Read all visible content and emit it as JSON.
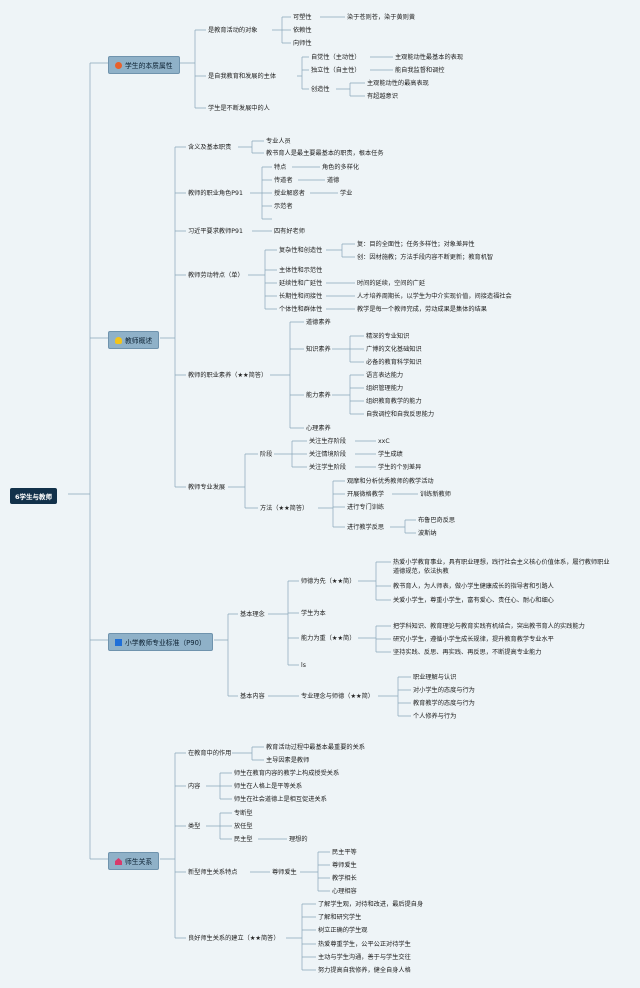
{
  "root": {
    "id": "root",
    "text": "6学生与教师"
  },
  "branches": [
    {
      "id": "b1",
      "text": "学生的本质属性",
      "icon": "sun",
      "iconColor": "#e8612c"
    },
    {
      "id": "b2",
      "text": "教师概述",
      "icon": "heart",
      "iconColor": "#f2c41b"
    },
    {
      "id": "b3",
      "text": "小学教师专业标准（P90）",
      "icon": "square",
      "iconColor": "#1f6fd8"
    },
    {
      "id": "b4",
      "text": "师生关系",
      "icon": "house",
      "iconColor": "#d83a6b"
    }
  ],
  "nodes": [
    {
      "id": "n1",
      "text": "是教育活动的对象"
    },
    {
      "id": "n1a",
      "text": "可塑性"
    },
    {
      "id": "n1a1",
      "text": "染于苍则苍，染于黄则黄"
    },
    {
      "id": "n1b",
      "text": "依赖性"
    },
    {
      "id": "n1c",
      "text": "向师性"
    },
    {
      "id": "n2",
      "text": "是自我教育和发展的主体"
    },
    {
      "id": "n2a",
      "text": "自觉性（主动性）"
    },
    {
      "id": "n2a1",
      "text": "主观能动性最基本的表现"
    },
    {
      "id": "n2b",
      "text": "独立性（自主性）"
    },
    {
      "id": "n2b1",
      "text": "能自我监督和调控"
    },
    {
      "id": "n2c",
      "text": "创造性"
    },
    {
      "id": "n2c1",
      "text": "主观能动性的最高表现"
    },
    {
      "id": "n2c2",
      "text": "有超越意识"
    },
    {
      "id": "n3",
      "text": "学生是不断发展中的人"
    },
    {
      "id": "m1",
      "text": "含义及基本职责"
    },
    {
      "id": "m1a",
      "text": "专业人员"
    },
    {
      "id": "m1b",
      "text": "教书育人是最主要最基本的职责，根本任务"
    },
    {
      "id": "m2",
      "text": "教师的职业角色P91"
    },
    {
      "id": "m2a",
      "text": "特点"
    },
    {
      "id": "m2a1",
      "text": "角色的多样化"
    },
    {
      "id": "m2b",
      "text": "传道者"
    },
    {
      "id": "m2b1",
      "text": "道德"
    },
    {
      "id": "m2c",
      "text": "授业解惑者"
    },
    {
      "id": "m2c1",
      "text": "学业"
    },
    {
      "id": "m2d",
      "text": "示范者"
    },
    {
      "id": "m3",
      "text": "习近平要求教师P91"
    },
    {
      "id": "m3a",
      "text": "四有好老师"
    },
    {
      "id": "m4",
      "text": "教师劳动特点（单）"
    },
    {
      "id": "m4a",
      "text": "复杂性和创造性"
    },
    {
      "id": "m4a1",
      "text": "复：目的全面性；任务多样性；对象差异性"
    },
    {
      "id": "m4a2",
      "text": "创：因材施教；方法手段内容不断更新；教育机智"
    },
    {
      "id": "m4b",
      "text": "主体性和示范性"
    },
    {
      "id": "m4c",
      "text": "延续性和广延性"
    },
    {
      "id": "m4c1",
      "text": "时间的延续，空间的广延"
    },
    {
      "id": "m4d",
      "text": "长期性和间接性"
    },
    {
      "id": "m4d1",
      "text": "人才培养周期长，以学生为中介实现价值，间接造福社会"
    },
    {
      "id": "m4e",
      "text": "个体性和群体性"
    },
    {
      "id": "m4e1",
      "text": "教学是每一个教师完成，劳动成果是集体的结果"
    },
    {
      "id": "m5",
      "text": "教师的职业素养（★★简答）"
    },
    {
      "id": "m5a",
      "text": "道德素养"
    },
    {
      "id": "m5b",
      "text": "知识素养"
    },
    {
      "id": "m5b1",
      "text": "精深的专业知识"
    },
    {
      "id": "m5b2",
      "text": "广博的文化基础知识"
    },
    {
      "id": "m5b3",
      "text": "必备的教育科学知识"
    },
    {
      "id": "m5c",
      "text": "能力素养"
    },
    {
      "id": "m5c1",
      "text": "语言表达能力"
    },
    {
      "id": "m5c2",
      "text": "组织管理能力"
    },
    {
      "id": "m5c3",
      "text": "组织教育教学的能力"
    },
    {
      "id": "m5c4",
      "text": "自我调控和自我反思能力"
    },
    {
      "id": "m5d",
      "text": "心理素养"
    },
    {
      "id": "m6",
      "text": "教师专业发展"
    },
    {
      "id": "m6a",
      "text": "阶段"
    },
    {
      "id": "m6a1",
      "text": "关注生存阶段"
    },
    {
      "id": "m6a1a",
      "text": "xxC"
    },
    {
      "id": "m6a2",
      "text": "关注情境阶段"
    },
    {
      "id": "m6a2a",
      "text": "学生成绩"
    },
    {
      "id": "m6a3",
      "text": "关注学生阶段"
    },
    {
      "id": "m6a3a",
      "text": "学生的个别差异"
    },
    {
      "id": "m6b",
      "text": "方法（★★简答）"
    },
    {
      "id": "m6b1",
      "text": "观摩和分析优秀教师的教学活动"
    },
    {
      "id": "m6b2",
      "text": "开展微格教学"
    },
    {
      "id": "m6b2a",
      "text": "训练新教师"
    },
    {
      "id": "m6b3",
      "text": "进行专门训练"
    },
    {
      "id": "m6b4",
      "text": "进行教学反思"
    },
    {
      "id": "m6b4a",
      "text": "布鲁巴奇反思"
    },
    {
      "id": "m6b4b",
      "text": "波斯纳"
    },
    {
      "id": "p1",
      "text": "基本理念"
    },
    {
      "id": "p1a",
      "text": "师德为先（★★简）"
    },
    {
      "id": "p1a1",
      "text": "热爱小学教育事业，具有职业理想，践行社会主义核心价值体系，履行教师职业"
    },
    {
      "id": "p1a1b",
      "text": "道德规范，依法执教"
    },
    {
      "id": "p1a2",
      "text": "教书育人，为人师表，做小学生健康成长的指导者和引路人"
    },
    {
      "id": "p1a3",
      "text": "关爱小学生，尊重小学生，富有爱心、责任心、耐心和细心"
    },
    {
      "id": "p1b",
      "text": "学生为本"
    },
    {
      "id": "p1c",
      "text": "能力为重（★★简）"
    },
    {
      "id": "p1c1",
      "text": "把学科知识、教育理论与教育实践有机结合，突出教书育人的实践能力"
    },
    {
      "id": "p1c2",
      "text": "研究小学生，遵循小学生成长规律，提升教育教学专业水平"
    },
    {
      "id": "p1c3",
      "text": "坚持实践、反思、再实践、再反思，不断提高专业能力"
    },
    {
      "id": "p1d",
      "text": "ls"
    },
    {
      "id": "p2",
      "text": "基本内容"
    },
    {
      "id": "p2a",
      "text": "专业理念与师德（★★简）"
    },
    {
      "id": "p2a1",
      "text": "职业理解与认识"
    },
    {
      "id": "p2a2",
      "text": "对小学生的态度与行为"
    },
    {
      "id": "p2a3",
      "text": "教育教学的态度与行为"
    },
    {
      "id": "p2a4",
      "text": "个人修养与行为"
    },
    {
      "id": "q1",
      "text": "在教育中的作用"
    },
    {
      "id": "q1a",
      "text": "教育活动过程中最基本最重要的关系"
    },
    {
      "id": "q1b",
      "text": "主导因素是教师"
    },
    {
      "id": "q2",
      "text": "内容"
    },
    {
      "id": "q2a",
      "text": "师生在教育内容的教学上构成授受关系"
    },
    {
      "id": "q2b",
      "text": "师生在人格上是平等关系"
    },
    {
      "id": "q2c",
      "text": "师生在社会道德上是相互促进关系"
    },
    {
      "id": "q3",
      "text": "类型"
    },
    {
      "id": "q3a",
      "text": "专断型"
    },
    {
      "id": "q3b",
      "text": "放任型"
    },
    {
      "id": "q3c",
      "text": "民主型"
    },
    {
      "id": "q3c1",
      "text": "理想的"
    },
    {
      "id": "q4",
      "text": "新型师生关系特点"
    },
    {
      "id": "q4a",
      "text": "尊师爱生"
    },
    {
      "id": "q4b",
      "text": "民主平等"
    },
    {
      "id": "q4c",
      "text": "尊师爱生"
    },
    {
      "id": "q4d",
      "text": "教学相长"
    },
    {
      "id": "q4e",
      "text": "心理相容"
    },
    {
      "id": "q5",
      "text": "良好师生关系的建立（★★简答）"
    },
    {
      "id": "q5a",
      "text": "了解学生观，对待和改进，最后提自身"
    },
    {
      "id": "q5b",
      "text": "了解和研究学生"
    },
    {
      "id": "q5c",
      "text": "树立正确的学生观"
    },
    {
      "id": "q5d",
      "text": "热爱尊重学生，公平公正对待学生"
    },
    {
      "id": "q5e",
      "text": "主动与学生沟通，善于与学生交往"
    },
    {
      "id": "q5f",
      "text": "努力提高自我修养，健全自身人格"
    }
  ]
}
